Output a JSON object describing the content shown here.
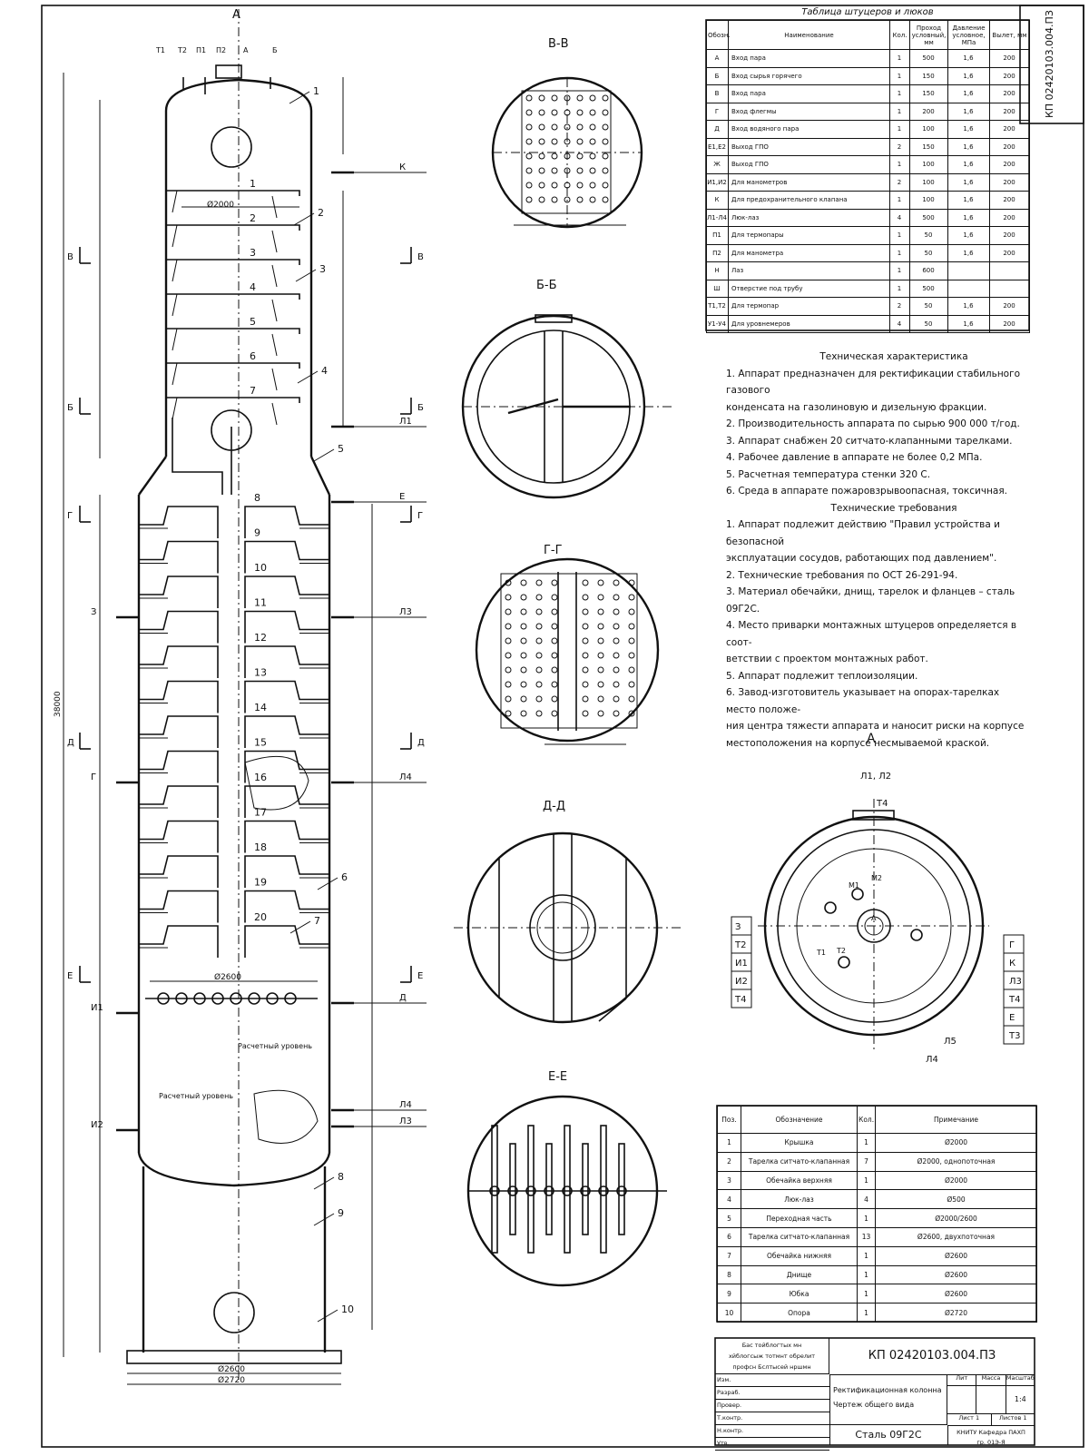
{
  "document": {
    "stamp_code_side": "КП 02420103.004.ПЗ",
    "title_block": {
      "code": "КП 02420103.004.ПЗ",
      "org_note_1": "Бас тойблогтых мн",
      "org_note_2": "хйблогсыж тотмнт обрелит",
      "org_note_3": "профсн Бслтысей нршмн",
      "drawing_name_1": "Ректификационная колонна",
      "drawing_name_2": "Чертеж общего вида",
      "material": "Сталь 09Г2С",
      "sheet": "1",
      "sheets": "1",
      "scale": "1:4",
      "scale_label": "Масштаб",
      "mass_label": "Масса",
      "lit_label": "Лит",
      "sheet_label": "Лист",
      "sheets_label": "Листов",
      "university": "КНИТУ Кафедра ПАХП",
      "group": "гр. 01Э-Я",
      "roles": [
        "Изм.",
        "Разраб.",
        "Провер.",
        "Т.контр.",
        "Н.контр.",
        "Утв."
      ]
    }
  },
  "nozzle_table": {
    "title": "Таблица штуцеров и люков",
    "headers": [
      "Обозн.",
      "Наименование",
      "Кол.",
      "Проход условный, мм",
      "Давление условное, МПа",
      "Вылет, мм"
    ],
    "rows": [
      [
        "А",
        "Вход пара",
        "1",
        "500",
        "1,6",
        "200"
      ],
      [
        "Б",
        "Вход сырья горячего",
        "1",
        "150",
        "1,6",
        "200"
      ],
      [
        "В",
        "Вход пара",
        "1",
        "150",
        "1,6",
        "200"
      ],
      [
        "Г",
        "Вход флегмы",
        "1",
        "200",
        "1,6",
        "200"
      ],
      [
        "Д",
        "Вход водяного пара",
        "1",
        "100",
        "1,6",
        "200"
      ],
      [
        "Е1,Е2",
        "Выход ГПО",
        "2",
        "150",
        "1,6",
        "200"
      ],
      [
        "Ж",
        "Выход ГПО",
        "1",
        "100",
        "1,6",
        "200"
      ],
      [
        "И1,И2",
        "Для манометров",
        "2",
        "100",
        "1,6",
        "200"
      ],
      [
        "К",
        "Для предохранительного клапана",
        "1",
        "100",
        "1,6",
        "200"
      ],
      [
        "Л1-Л4",
        "Люк-лаз",
        "4",
        "500",
        "1,6",
        "200"
      ],
      [
        "П1",
        "Для термопары",
        "1",
        "50",
        "1,6",
        "200"
      ],
      [
        "П2",
        "Для манометра",
        "1",
        "50",
        "1,6",
        "200"
      ],
      [
        "Н",
        "Лаз",
        "1",
        "600",
        "",
        ""
      ],
      [
        "Ш",
        "Отверстие под трубу",
        "1",
        "500",
        "",
        ""
      ],
      [
        "Т1,Т2",
        "Для термопар",
        "2",
        "50",
        "1,6",
        "200"
      ],
      [
        "У1-У4",
        "Для уровнемеров",
        "4",
        "50",
        "1,6",
        "200"
      ]
    ]
  },
  "tech_specs": {
    "title": "Техническая характеристика",
    "items": [
      "1. Аппарат предназначен для ректификации стабильного газового",
      "конденсата на газолиновую и дизельную фракции.",
      "2. Производительность аппарата по сырью 900 000 т/год.",
      "3. Аппарат снабжен 20 ситчато-клапанными тарелками.",
      "4. Рабочее давление в аппарате не более 0,2 МПа.",
      "5. Расчетная температура стенки 320 С.",
      "6. Среда в аппарате пожаровзрывоопасная, токсичная."
    ]
  },
  "tech_requirements": {
    "title": "Технические требования",
    "items": [
      "1. Аппарат подлежит действию \"Правил устройства и безопасной",
      "эксплуатации сосудов, работающих под давлением\".",
      "2. Технические требования по ОСТ 26-291-94.",
      "3. Материал обечайки, днищ, тарелок и фланцев – сталь 09Г2С.",
      "4. Место приварки монтажных штуцеров определяется в соот-",
      "ветствии с проектом монтажных работ.",
      "5. Аппарат подлежит теплоизоляции.",
      "6. Завод-изготовитель указывает на опорах-тарелках место положе-",
      "ния центра тяжести аппарата и наносит риски на корпусе",
      "местоположения на корпусе несмываемой краской."
    ]
  },
  "parts_table": {
    "headers": [
      "Поз.",
      "Обозначение",
      "Кол.",
      "Примечание"
    ],
    "rows": [
      [
        "1",
        "Крышка",
        "1",
        "Ø2000"
      ],
      [
        "2",
        "Тарелка ситчато-клапанная",
        "7",
        "Ø2000, однопоточная"
      ],
      [
        "3",
        "Обечайка верхняя",
        "1",
        "Ø2000"
      ],
      [
        "4",
        "Люк-лаз",
        "4",
        "Ø500"
      ],
      [
        "5",
        "Переходная часть",
        "1",
        "Ø2000/2600"
      ],
      [
        "6",
        "Тарелка ситчато-клапанная",
        "13",
        "Ø2600, двухпоточная"
      ],
      [
        "7",
        "Обечайка нижняя",
        "1",
        "Ø2600"
      ],
      [
        "8",
        "Днище",
        "1",
        "Ø2600"
      ],
      [
        "9",
        "Юбка",
        "1",
        "Ø2600"
      ],
      [
        "10",
        "Опора",
        "1",
        "Ø2720"
      ]
    ]
  },
  "section_labels": {
    "vv": "В-В",
    "bb": "Б-Б",
    "gg": "Г-Г",
    "dd": "Д-Д",
    "ee": "Е-Е",
    "view_a": "А"
  },
  "column_labels": {
    "view_a_top": "А",
    "trays": [
      "1",
      "2",
      "3",
      "4",
      "5",
      "6",
      "7",
      "8",
      "9",
      "10",
      "11",
      "12",
      "13",
      "14",
      "15",
      "16",
      "17",
      "18",
      "19",
      "20"
    ],
    "callouts": [
      "1",
      "2",
      "3",
      "4",
      "5",
      "6",
      "7",
      "8",
      "9",
      "10"
    ],
    "diam_top": "Ø2000",
    "diam_bottom": "Ø2600",
    "diam_base_1": "Ø2600",
    "diam_base_2": "Ø2720",
    "liquid_level_1": "Расчетный уровень",
    "liquid_level_2": "Расчетный уровень",
    "section_letters_left": [
      "В",
      "Б",
      "Г",
      "Д",
      "Е"
    ],
    "height_total": "38000",
    "nozzle_labels_right": [
      "К",
      "Л1",
      "Е",
      "Л3",
      "Л4",
      "Д",
      "Л4",
      "Л3"
    ],
    "nozzle_labels_left": [
      "Г",
      "З",
      "И1",
      "И2"
    ],
    "top_nozzles": [
      "Т1",
      "Т2",
      "П1",
      "П2",
      "А",
      "Б"
    ]
  },
  "view_a_labels": {
    "top": "Л1, Л2",
    "u4": "Т4",
    "right": [
      "Г",
      "К",
      "Л3",
      "Т4",
      "Е",
      "Т3"
    ],
    "left": [
      "З",
      "Т2",
      "И1",
      "И2",
      "Т4"
    ],
    "bottom": [
      "Л5",
      "Л4"
    ],
    "inner": [
      "М1",
      "М2",
      "Т1",
      "Т2",
      "А"
    ]
  }
}
